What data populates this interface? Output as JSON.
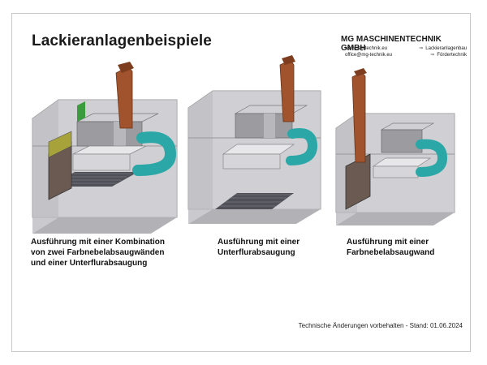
{
  "title": "Lackieranlagenbeispiele",
  "company": {
    "name": "MG MASCHINENTECHNIK GMBH",
    "web": "www.mg-technik.eu",
    "email": "office@mg-technik.eu",
    "service1": "Lackieranlagenbau",
    "service2": "Fördertechnik",
    "arrow": "⇒"
  },
  "captions": [
    {
      "line1": "Ausführung mit einer Kombination",
      "line2": "von zwei Farbnebelabsaugwänden",
      "line3": "und einer Unterflurabsaugung"
    },
    {
      "line1": "Ausführung mit einer",
      "line2": "Unterflurabsaugung"
    },
    {
      "line1": "Ausführung mit einer",
      "line2": "Farbnebelabsaugwand"
    }
  ],
  "footer": "Technische Änderungen vorbehalten - Stand: 01.06.2024",
  "colors": {
    "duct": "#a0532c",
    "cyan": "#2aa7a6",
    "green": "#3c9b3c",
    "olive": "#a9a63c",
    "wall": "#5a4a44",
    "floor": "#4a4a4a",
    "cabin": "#8a8a8a"
  },
  "illustrations": [
    "booth-combination",
    "booth-underfloor",
    "booth-wall"
  ]
}
